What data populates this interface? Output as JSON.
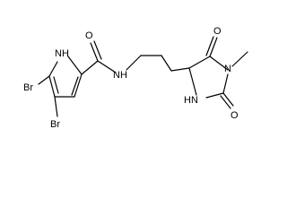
{
  "molecule": {
    "atoms": {
      "pyrrole_nh": "NH",
      "pyrrole_nh_2": "H",
      "bromine_top": "Br",
      "bromine_bottom": "Br",
      "amide_oxygen": "O",
      "amide_nh": "NH",
      "hydantoin_n_methyl": "N",
      "hydantoin_oxygen_top": "O",
      "hydantoin_nh": "HN",
      "hydantoin_oxygen_bottom": "O"
    }
  }
}
